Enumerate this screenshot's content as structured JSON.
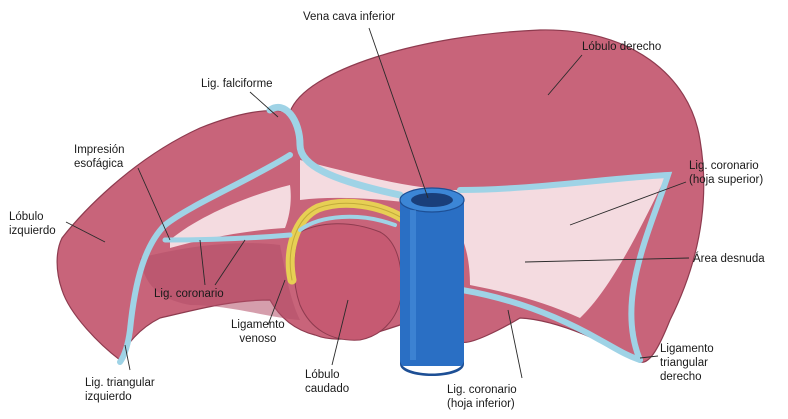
{
  "colors": {
    "liver": "#c8647a",
    "liver_dark": "#a8455c",
    "liver_light": "#d98a9c",
    "bare_area": "#f4dbe0",
    "ligament": "#9fd3e6",
    "ligament_edge": "#5a8fa6",
    "vena_cava": "#2a6fc4",
    "vena_cava_dark": "#1d4f95",
    "ligamentum_venosum": "#e7cf54",
    "leader": "#2a2a2a"
  },
  "labels": {
    "vena_cava_inferior": "Vena cava inferior",
    "lobulo_derecho": "Lóbulo derecho",
    "lig_falciforme": "Lig. falciforme",
    "impresion_esofagica": [
      "Impresión",
      "esofágica"
    ],
    "lobulo_izquierdo": [
      "Lóbulo",
      "izquierdo"
    ],
    "lig_coronario_hoja_superior": [
      "Lig. coronario",
      "(hoja superior)"
    ],
    "area_desnuda": "Área desnuda",
    "lig_coronario": "Lig. coronario",
    "ligamento_venoso": [
      "Ligamento",
      "venoso"
    ],
    "ligamento_triangular_derecho": [
      "Ligamento",
      "triangular",
      "derecho"
    ],
    "lig_triangular_izquierdo": [
      "Lig. triangular",
      "izquierdo"
    ],
    "lobulo_caudado": [
      "Lóbulo",
      "caudado"
    ],
    "lig_coronario_hoja_inferior": [
      "Lig. coronario",
      "(hoja inferior)"
    ]
  }
}
